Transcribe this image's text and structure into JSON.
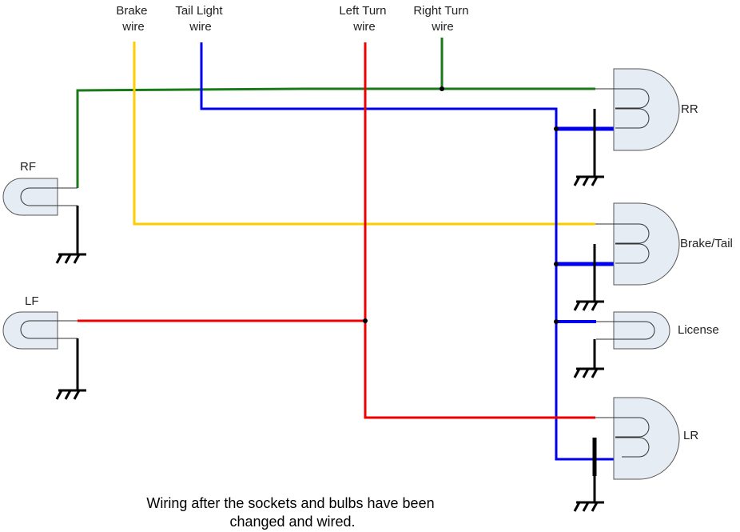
{
  "wire_labels": {
    "brake": [
      "Brake",
      "wire"
    ],
    "tail_light": [
      "Tail Light",
      "wire"
    ],
    "left_turn": [
      "Left Turn",
      "wire"
    ],
    "right_turn": [
      "Right Turn",
      "wire"
    ]
  },
  "lamp_labels": {
    "rf": "RF",
    "lf": "LF",
    "rr": "RR",
    "brake_tail": "Brake/Tail",
    "license": "License",
    "lr": "LR"
  },
  "caption": [
    "Wiring after the sockets and bulbs have been",
    "changed and wired."
  ],
  "colors": {
    "green": "#1a7a1a",
    "yellow": "#ffcc00",
    "blue": "#0000ee",
    "red": "#ee0000",
    "ground": "#000000",
    "socket_fill": "#e6ecf4"
  }
}
